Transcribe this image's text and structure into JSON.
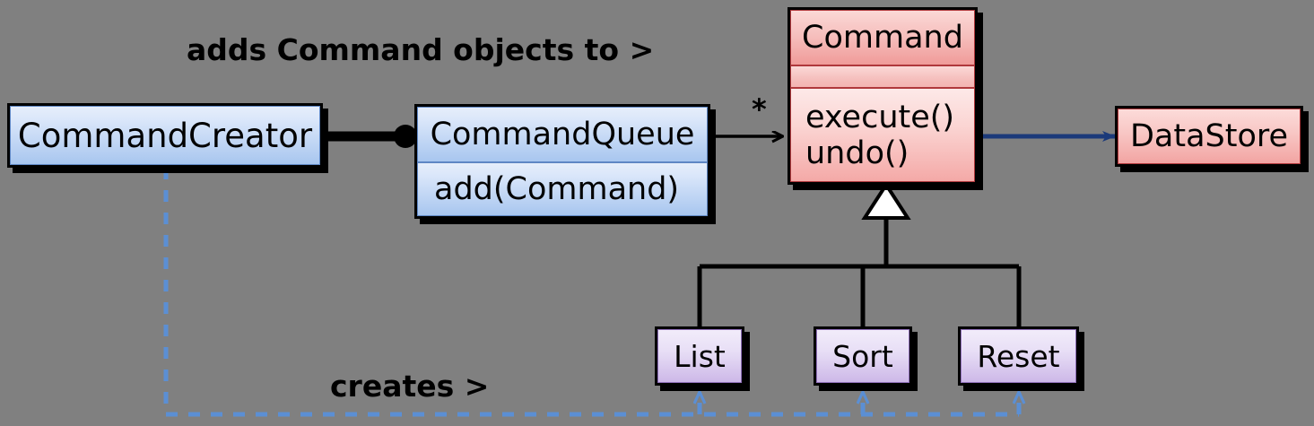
{
  "diagram": {
    "title": "Command pattern UML class diagram",
    "background_color": "#808080"
  },
  "classes": [
    {
      "id": "command-creator",
      "name": "CommandCreator",
      "compartments": [
        "CommandCreator"
      ],
      "fill_style": "blue",
      "fill_color": "#a8c6ef"
    },
    {
      "id": "command-queue",
      "name": "CommandQueue",
      "compartments": [
        "CommandQueue",
        "add(Command)"
      ],
      "fill_style": "blue",
      "fill_color": "#a8c6ef"
    },
    {
      "id": "command",
      "name": "Command",
      "compartments": [
        "Command",
        "",
        "execute()\nundo()"
      ],
      "operations": [
        "execute()",
        "undo()"
      ],
      "fill_style": "red",
      "fill_color": "#f3a9a7"
    },
    {
      "id": "data-store",
      "name": "DataStore",
      "compartments": [
        "DataStore"
      ],
      "fill_style": "red",
      "fill_color": "#f3a9a7"
    },
    {
      "id": "list",
      "name": "List",
      "compartments": [
        "List"
      ],
      "fill_style": "purple",
      "fill_color": "#cdb8e8"
    },
    {
      "id": "sort",
      "name": "Sort",
      "compartments": [
        "Sort"
      ],
      "fill_style": "purple",
      "fill_color": "#cdb8e8"
    },
    {
      "id": "reset",
      "name": "Reset",
      "compartments": [
        "Reset"
      ],
      "fill_style": "purple",
      "fill_color": "#cdb8e8"
    }
  ],
  "boxes": {
    "command_creator": {
      "title": "CommandCreator"
    },
    "command_queue": {
      "title": "CommandQueue",
      "operation": "add(Command)"
    },
    "command": {
      "title": "Command",
      "attributes": "",
      "op1": "execute()",
      "op2": "undo()"
    },
    "data_store": {
      "title": "DataStore"
    },
    "list": {
      "title": "List"
    },
    "sort": {
      "title": "Sort"
    },
    "reset": {
      "title": "Reset"
    }
  },
  "edges": [
    {
      "id": "creator-to-queue",
      "from": "CommandCreator",
      "to": "CommandQueue",
      "label": "adds Command objects to >",
      "style": "solid-thick",
      "color": "#000000",
      "end_decoration": "filled-ball"
    },
    {
      "id": "queue-to-command",
      "from": "CommandQueue",
      "to": "Command",
      "label": "",
      "multiplicity": "*",
      "style": "solid-thin",
      "color": "#000000",
      "end_decoration": "open-arrow"
    },
    {
      "id": "command-to-datastore",
      "from": "Command",
      "to": "DataStore",
      "label": "",
      "style": "solid-thin",
      "color": "#1b3a7a",
      "end_decoration": "filled-arrow"
    },
    {
      "id": "generalization-bus",
      "from": "List, Sort, Reset",
      "to": "Command",
      "label": "",
      "style": "solid",
      "color": "#000000",
      "end_decoration": "hollow-triangle"
    },
    {
      "id": "creator-creates",
      "from": "CommandCreator",
      "to": "List, Sort, Reset",
      "label": "creates >",
      "style": "dashed",
      "color": "#5b8fd4",
      "end_decoration": "open-arrow"
    }
  ],
  "labels": {
    "adds_command": "adds Command objects to >",
    "creates": "creates >",
    "multiplicity_star": "*"
  },
  "colors": {
    "background": "#808080",
    "blue_fill": "#a8c6ef",
    "blue_border": "#5f87c4",
    "red_fill": "#f3a9a7",
    "red_border": "#b0383c",
    "purple_fill": "#cdb8e8",
    "purple_border": "#8e6fb8",
    "dashed_blue": "#5b8fd4",
    "navy_arrow": "#1b3a7a",
    "outline": "#000000"
  }
}
